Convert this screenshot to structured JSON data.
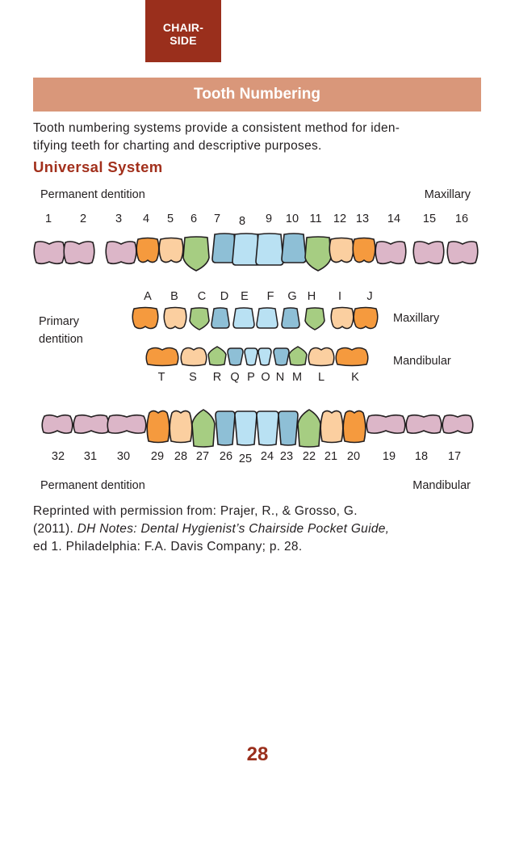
{
  "tab": {
    "line1": "CHAIR-",
    "line2": "SIDE"
  },
  "banner": {
    "title": "Tooth Numbering"
  },
  "intro": {
    "line1": "Tooth numbering systems provide a consistent method for iden-",
    "line2": "tifying teeth for charting and descriptive purposes."
  },
  "section_title": "Universal System",
  "chart_labels": {
    "perm_upper": "Permanent dentition",
    "maxillary_upper": "Maxillary",
    "primary_line1": "Primary",
    "primary_line2": "dentition",
    "primary_maxillary": "Maxillary",
    "primary_mandibular": "Mandibular",
    "perm_lower": "Permanent dentition",
    "mandibular_lower": "Mandibular"
  },
  "colors": {
    "molar": "#dcb6c8",
    "premolar2": "#fbcfa0",
    "premolar1": "#f59a3e",
    "canine": "#a6cd82",
    "lateral": "#8ebfd6",
    "central": "#b9e1f3",
    "outline": "#231f20"
  },
  "upper_teeth": [
    {
      "num": "1",
      "type": "molar"
    },
    {
      "num": "2",
      "type": "molar"
    },
    {
      "num": "3",
      "type": "molar"
    },
    {
      "num": "4",
      "type": "premolar1"
    },
    {
      "num": "5",
      "type": "premolar2"
    },
    {
      "num": "6",
      "type": "canine"
    },
    {
      "num": "7",
      "type": "lateral"
    },
    {
      "num": "8",
      "type": "central"
    },
    {
      "num": "9",
      "type": "central"
    },
    {
      "num": "10",
      "type": "lateral"
    },
    {
      "num": "11",
      "type": "canine"
    },
    {
      "num": "12",
      "type": "premolar2"
    },
    {
      "num": "13",
      "type": "premolar1"
    },
    {
      "num": "14",
      "type": "molar"
    },
    {
      "num": "15",
      "type": "molar"
    },
    {
      "num": "16",
      "type": "molar"
    }
  ],
  "primary_upper": [
    {
      "letter": "A",
      "type": "premolar1"
    },
    {
      "letter": "B",
      "type": "premolar2"
    },
    {
      "letter": "C",
      "type": "canine"
    },
    {
      "letter": "D",
      "type": "lateral"
    },
    {
      "letter": "E",
      "type": "central"
    },
    {
      "letter": "F",
      "type": "central"
    },
    {
      "letter": "G",
      "type": "lateral"
    },
    {
      "letter": "H",
      "type": "canine"
    },
    {
      "letter": "I",
      "type": "premolar2"
    },
    {
      "letter": "J",
      "type": "premolar1"
    }
  ],
  "primary_lower": [
    {
      "letter": "T",
      "type": "premolar1"
    },
    {
      "letter": "S",
      "type": "premolar2"
    },
    {
      "letter": "R",
      "type": "canine"
    },
    {
      "letter": "Q",
      "type": "lateral"
    },
    {
      "letter": "P",
      "type": "central"
    },
    {
      "letter": "O",
      "type": "central"
    },
    {
      "letter": "N",
      "type": "lateral"
    },
    {
      "letter": "M",
      "type": "canine"
    },
    {
      "letter": "L",
      "type": "premolar2"
    },
    {
      "letter": "K",
      "type": "premolar1"
    }
  ],
  "lower_teeth": [
    {
      "num": "32",
      "type": "molar"
    },
    {
      "num": "31",
      "type": "molar"
    },
    {
      "num": "30",
      "type": "molar"
    },
    {
      "num": "29",
      "type": "premolar1"
    },
    {
      "num": "28",
      "type": "premolar2"
    },
    {
      "num": "27",
      "type": "canine"
    },
    {
      "num": "26",
      "type": "lateral"
    },
    {
      "num": "25",
      "type": "central"
    },
    {
      "num": "24",
      "type": "central"
    },
    {
      "num": "23",
      "type": "lateral"
    },
    {
      "num": "22",
      "type": "canine"
    },
    {
      "num": "21",
      "type": "premolar2"
    },
    {
      "num": "20",
      "type": "premolar1"
    },
    {
      "num": "19",
      "type": "molar"
    },
    {
      "num": "18",
      "type": "molar"
    },
    {
      "num": "17",
      "type": "molar"
    }
  ],
  "credit": {
    "prefix": "Reprinted with permission from: Prajer, R., & Grosso, G.",
    "year": "(2011). ",
    "title": "DH Notes: Dental Hygienist’s Chairside Pocket Guide,",
    "rest": "ed 1. Philadelphia: F.A. Davis Company; p. 28."
  },
  "page_number": "28"
}
